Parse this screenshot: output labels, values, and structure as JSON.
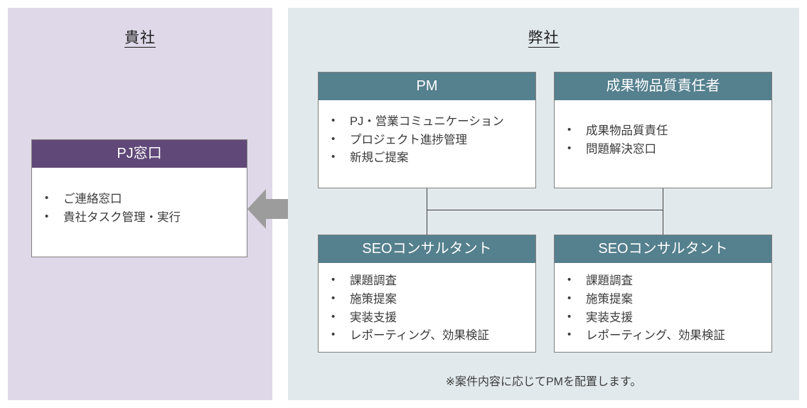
{
  "panels": {
    "client": {
      "title": "貴社",
      "bg_color": "#ded8e8",
      "card": {
        "header": "PJ窓口",
        "header_color": "#604878",
        "bullets": [
          "ご連絡窓口",
          "貴社タスク管理・実行"
        ]
      }
    },
    "vendor": {
      "title": "弊社",
      "bg_color": "#e2e9ec",
      "header_color": "#55808e",
      "cards": [
        {
          "id": "pm",
          "header": "PM",
          "bullets": [
            "PJ・営業コミュニケーション",
            "プロジェクト進捗管理",
            "新規ご提案"
          ]
        },
        {
          "id": "qa",
          "header": "成果物品質責任者",
          "bullets": [
            "成果物品質責任",
            "問題解決窓口"
          ]
        },
        {
          "id": "seo-1",
          "header": "SEOコンサルタント",
          "bullets": [
            "課題調査",
            "施策提案",
            "実装支援",
            "レポーティング、効果検証"
          ]
        },
        {
          "id": "seo-2",
          "header": "SEOコンサルタント",
          "bullets": [
            "課題調査",
            "施策提案",
            "実装支援",
            "レポーティング、効果検証"
          ]
        }
      ],
      "footnote": "※案件内容に応じてPMを配置します。"
    }
  },
  "connector": {
    "arrow_name": "double-headed-arrow",
    "arrow_color": "#9c9c9c",
    "line_color": "#3f3f3f"
  }
}
